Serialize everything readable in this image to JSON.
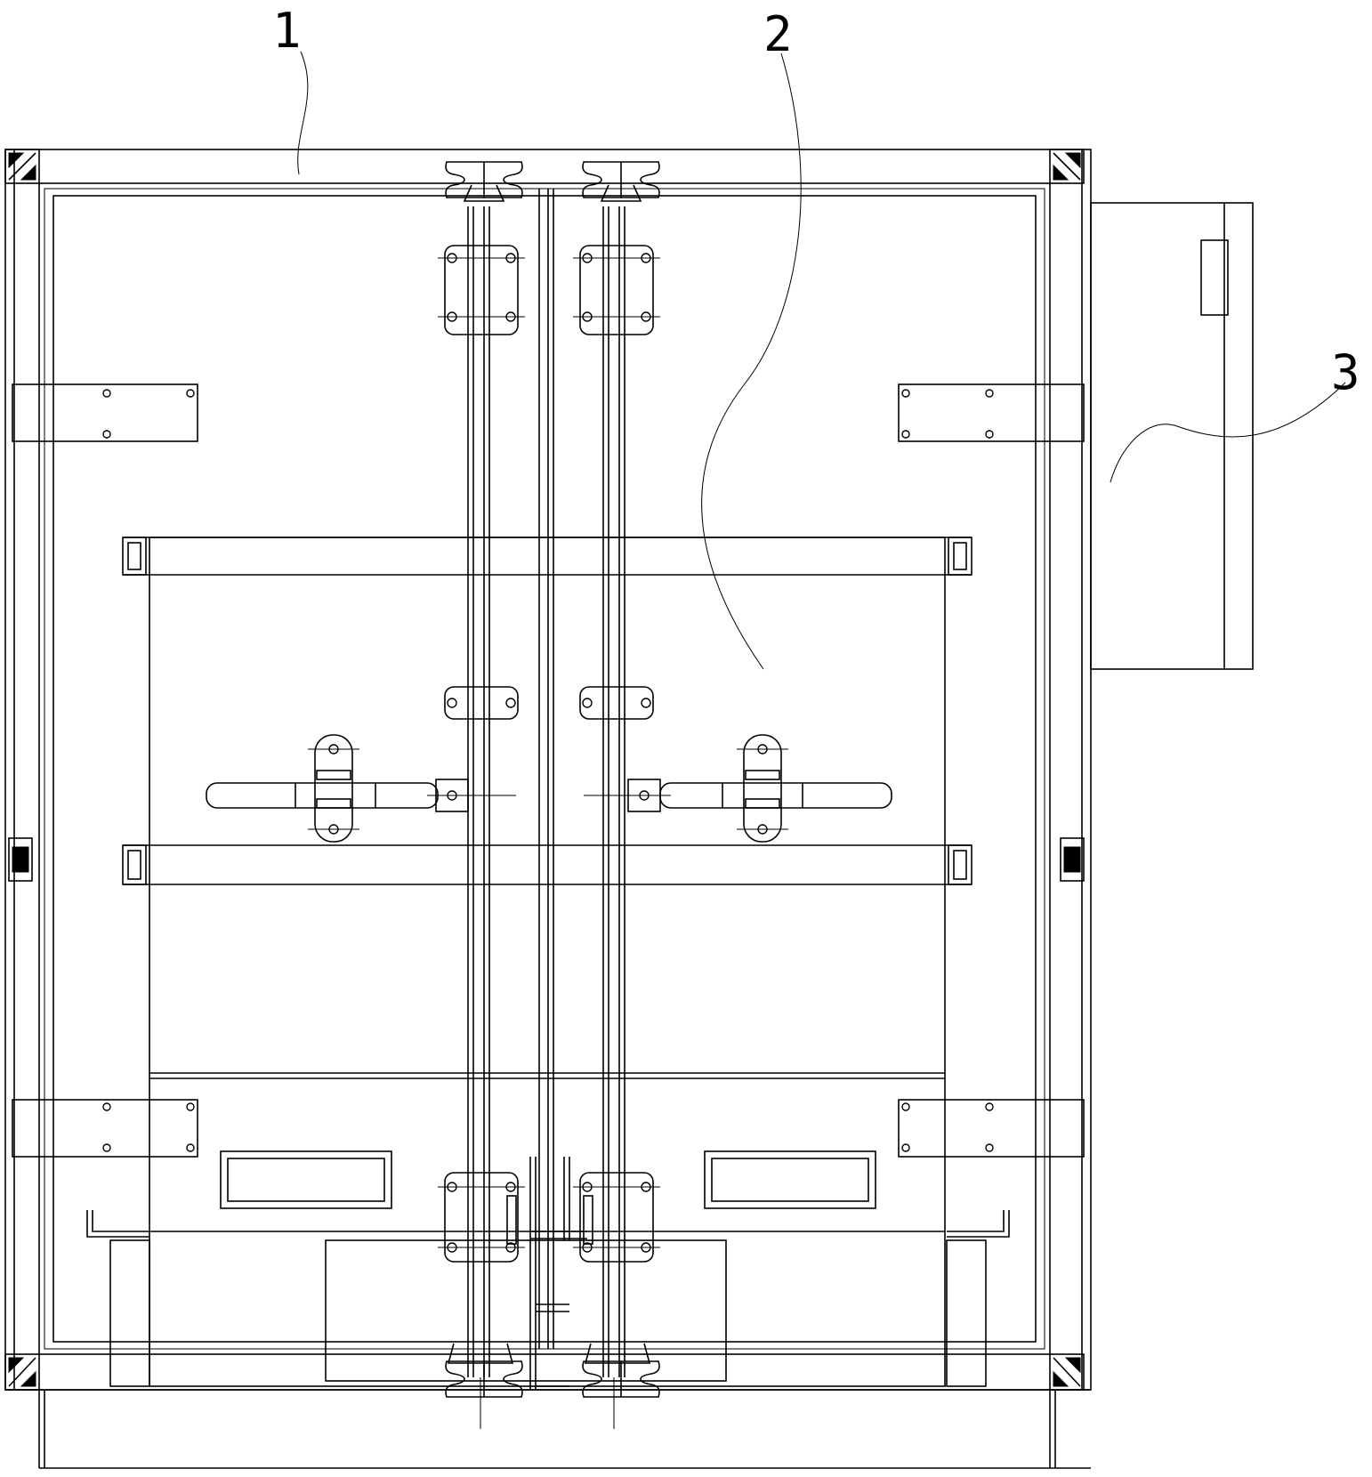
{
  "callouts": [
    {
      "label": "1",
      "target": "container-frame"
    },
    {
      "label": "2",
      "target": "container-door"
    },
    {
      "label": "3",
      "target": "side-box"
    }
  ],
  "colors": {
    "line": "#000000",
    "background": "#ffffff"
  }
}
